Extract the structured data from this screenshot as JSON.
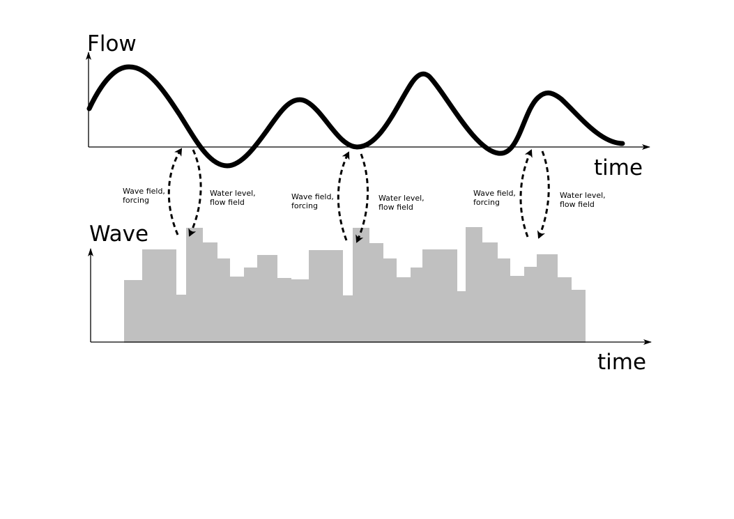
{
  "flow_panel": {
    "y_label": "Flow",
    "x_label": "time"
  },
  "wave_panel": {
    "y_label": "Wave",
    "x_label": "time"
  },
  "couplings": [
    {
      "forcing": [
        "Wave field,",
        "forcing"
      ],
      "feedback": [
        "Water level,",
        "flow field"
      ]
    },
    {
      "forcing": [
        "Wave field,",
        "forcing"
      ],
      "feedback": [
        "Water level,",
        "flow field"
      ]
    },
    {
      "forcing": [
        "Wave field,",
        "forcing"
      ],
      "feedback": [
        "Water level,",
        "flow field"
      ]
    }
  ],
  "colors": {
    "line": "#000000",
    "bars": "#c0c0c0",
    "background": "#ffffff"
  }
}
